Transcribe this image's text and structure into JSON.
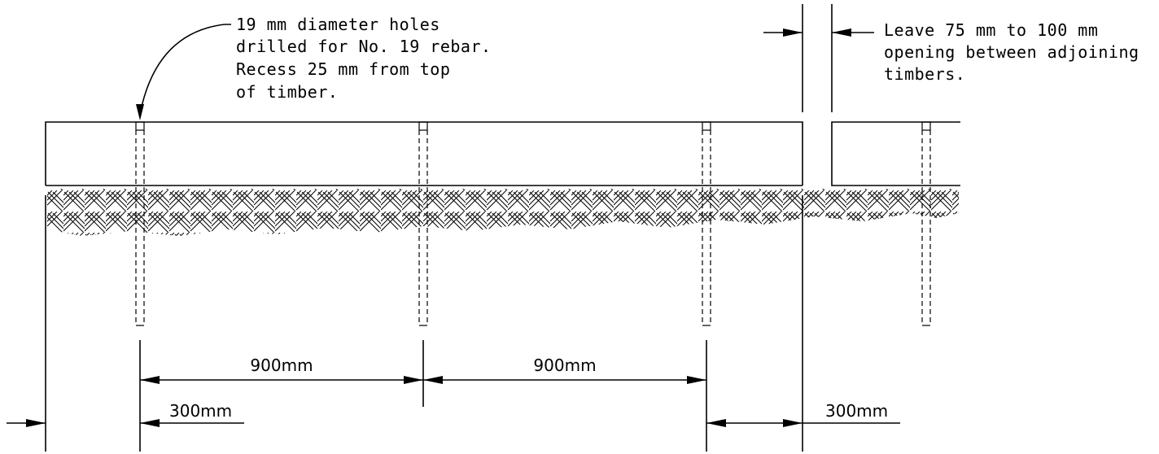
{
  "notes": {
    "holes": [
      "19 mm diameter holes",
      "drilled for No. 19 rebar.",
      "Recess 25 mm from top",
      "of timber."
    ],
    "gap": [
      "Leave 75 mm to 100 mm",
      "opening between adjoining",
      "timbers."
    ]
  },
  "dimensions": {
    "spacing_1": "900mm",
    "spacing_2": "900mm",
    "end_left": "300mm",
    "end_right": "300mm"
  },
  "colors": {
    "line": "#000000",
    "background": "#ffffff"
  }
}
